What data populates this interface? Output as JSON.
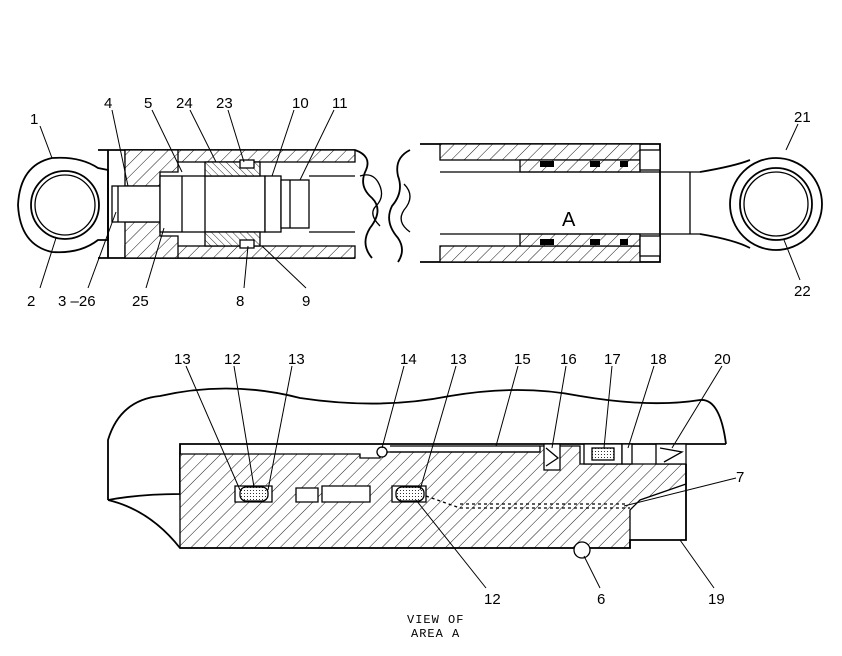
{
  "top_view": {
    "callout_a": "A",
    "labels": [
      {
        "id": "1",
        "text": "1"
      },
      {
        "id": "2",
        "text": "2"
      },
      {
        "id": "3-26",
        "text": "3 –26"
      },
      {
        "id": "4",
        "text": "4"
      },
      {
        "id": "5",
        "text": "5"
      },
      {
        "id": "24",
        "text": "24"
      },
      {
        "id": "23",
        "text": "23"
      },
      {
        "id": "10",
        "text": "10"
      },
      {
        "id": "11",
        "text": "11"
      },
      {
        "id": "25",
        "text": "25"
      },
      {
        "id": "8",
        "text": "8"
      },
      {
        "id": "9",
        "text": "9"
      },
      {
        "id": "21",
        "text": "21"
      },
      {
        "id": "22",
        "text": "22"
      }
    ]
  },
  "detail_view": {
    "caption_line1": "VIEW OF",
    "caption_line2": "AREA A",
    "labels": [
      {
        "id": "13a",
        "text": "13"
      },
      {
        "id": "12a",
        "text": "12"
      },
      {
        "id": "13b",
        "text": "13"
      },
      {
        "id": "14",
        "text": "14"
      },
      {
        "id": "13c",
        "text": "13"
      },
      {
        "id": "15",
        "text": "15"
      },
      {
        "id": "16",
        "text": "16"
      },
      {
        "id": "17",
        "text": "17"
      },
      {
        "id": "18",
        "text": "18"
      },
      {
        "id": "20",
        "text": "20"
      },
      {
        "id": "7",
        "text": "7"
      },
      {
        "id": "12b",
        "text": "12"
      },
      {
        "id": "6",
        "text": "6"
      },
      {
        "id": "19",
        "text": "19"
      }
    ]
  }
}
